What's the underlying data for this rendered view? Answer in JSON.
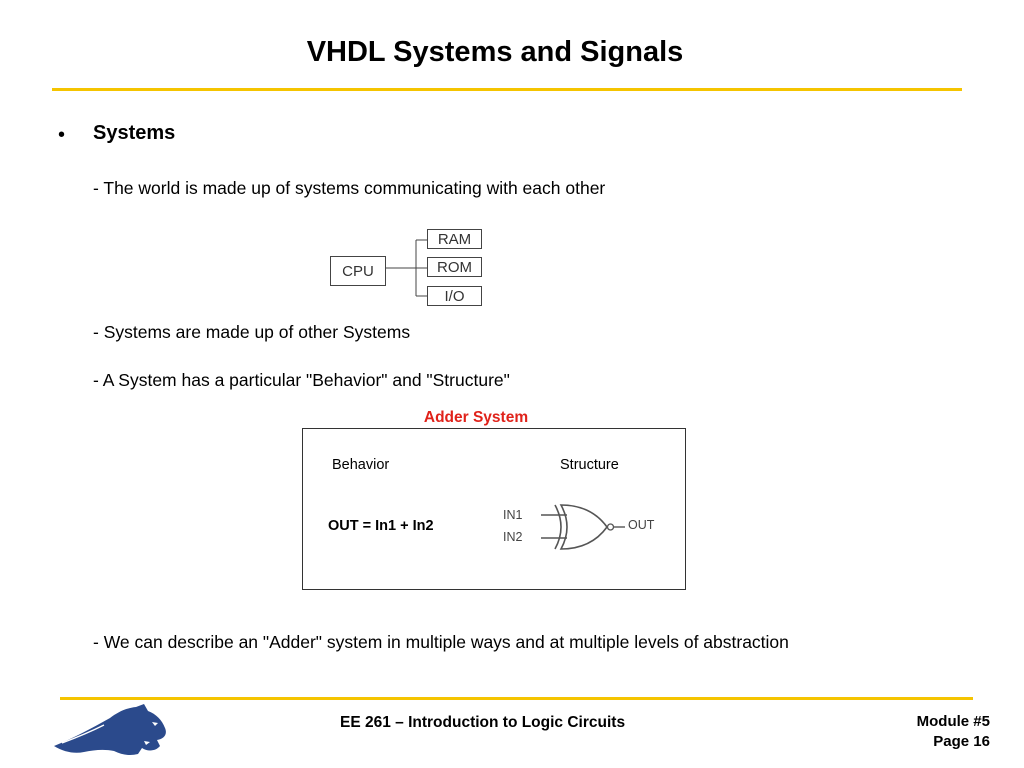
{
  "slide": {
    "title": "VHDL Systems and Signals",
    "bullet_marker": "•",
    "bullet_heading": "Systems",
    "lines": [
      "- The world is made up of systems communicating with each other",
      "- Systems are made up of other Systems",
      "- A System has a particular \"Behavior\" and \"Structure\"",
      "- We can describe an \"Adder\" system in multiple ways and at multiple levels of abstraction"
    ]
  },
  "system_diagram": {
    "cpu": "CPU",
    "blocks": [
      "RAM",
      "ROM",
      "I/O"
    ]
  },
  "adder": {
    "title": "Adder System",
    "behavior_label": "Behavior",
    "structure_label": "Structure",
    "equation": "OUT = In1 + In2",
    "gate_inputs": [
      "IN1",
      "IN2"
    ],
    "gate_output": "OUT"
  },
  "footer": {
    "course": "EE 261 – Introduction to Logic Circuits",
    "module": "Module #5",
    "page": "Page 16"
  },
  "colors": {
    "rule": "#f5c400",
    "adder_title": "#e0221a",
    "logo": "#2b4a8c"
  }
}
